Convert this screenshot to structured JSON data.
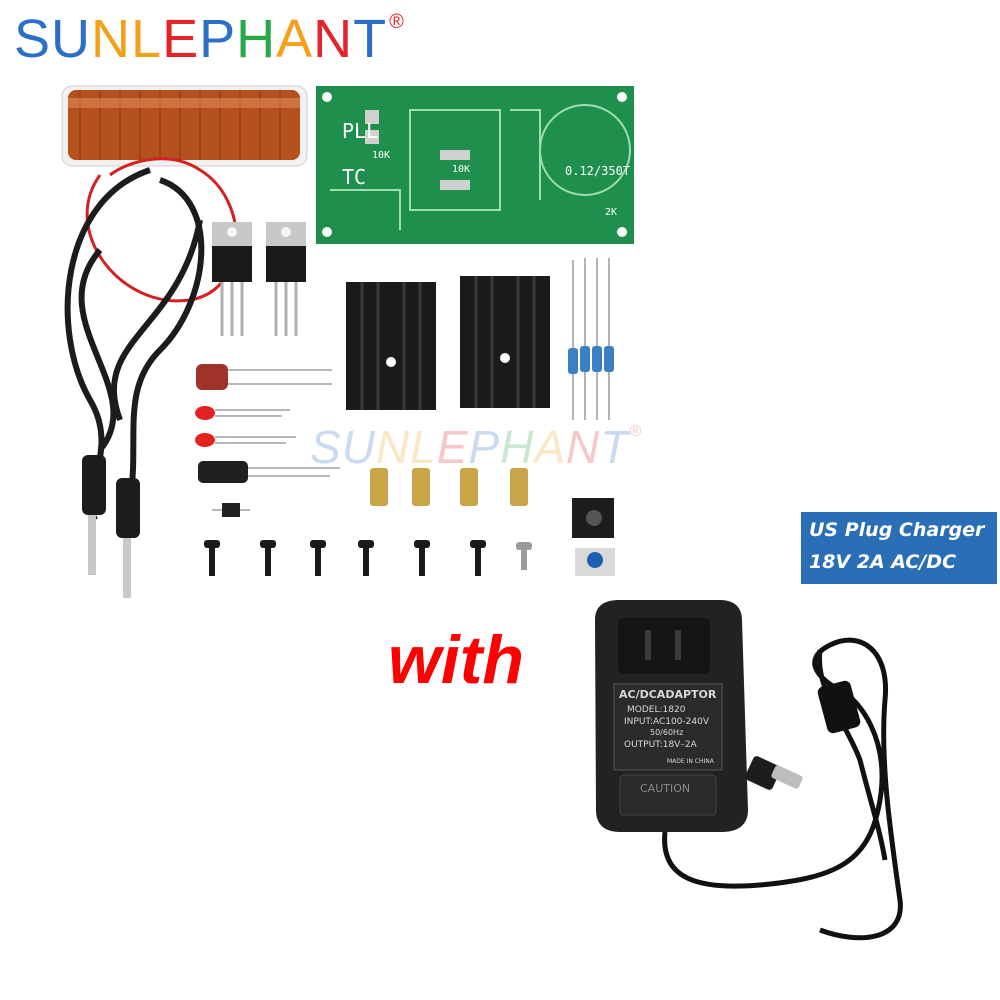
{
  "brand": {
    "letters": [
      {
        "ch": "S",
        "color": "#2b6fc8"
      },
      {
        "ch": "U",
        "color": "#2b6fc8"
      },
      {
        "ch": "N",
        "color": "#f3a11b"
      },
      {
        "ch": "L",
        "color": "#f3a11b"
      },
      {
        "ch": "E",
        "color": "#e3242b"
      },
      {
        "ch": "P",
        "color": "#2b6fc8"
      },
      {
        "ch": "H",
        "color": "#29a84a"
      },
      {
        "ch": "A",
        "color": "#f3a11b"
      },
      {
        "ch": "N",
        "color": "#e3242b"
      },
      {
        "ch": "T",
        "color": "#2b6fc8"
      }
    ],
    "mark": "®"
  },
  "watermark": "SUNLEPHANT",
  "badge": {
    "line1": "US Plug Charger",
    "line2": "18V 2A    AC/DC",
    "color": "#2a6fb5"
  },
  "with_label": "with",
  "pcb": {
    "labels": [
      "PLL",
      "TC",
      "10K",
      "10K",
      "0.12/350T",
      "2K"
    ]
  },
  "adapter": {
    "title": "AC/DCADAPTOR",
    "model": "MODEL:1820",
    "input": "INPUT:AC100-240V",
    "freq": "50/60Hz",
    "output": "OUTPUT:18V–2A",
    "made": "MADE IN CHINA",
    "caution": "CAUTION"
  }
}
